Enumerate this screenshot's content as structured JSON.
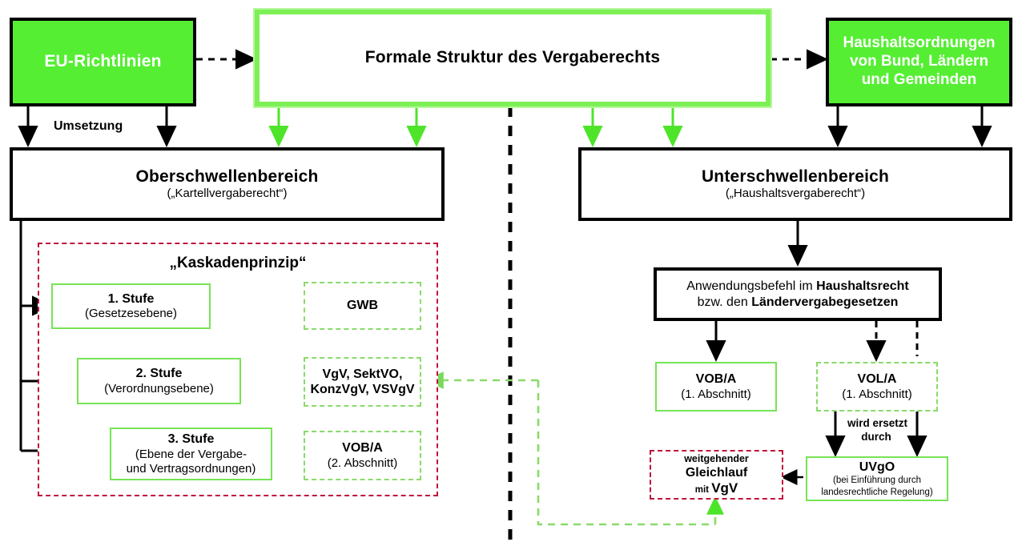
{
  "diagram": {
    "title": "Formale Struktur des Vergaberechts",
    "colors": {
      "green_fill": "#55ee33",
      "green_border": "#77e355",
      "green_dash": "#8ada6a",
      "red_dash": "#c0143c",
      "black": "#000000",
      "white": "#ffffff"
    }
  },
  "nodes": {
    "eu_richtlinien": {
      "label": "EU-Richtlinien"
    },
    "formale_struktur": {
      "label": "Formale Struktur des Vergaberechts"
    },
    "haushaltsordnungen": {
      "line1": "Haushaltsordnungen",
      "line2": "von Bund, Ländern",
      "line3": "und Gemeinden"
    },
    "oberschwellenbereich": {
      "title": "Oberschwellenbereich",
      "subtitle": "(„Kartellvergaberecht“)"
    },
    "unterschwellenbereich": {
      "title": "Unterschwellenbereich",
      "subtitle": "(„Haushaltsvergaberecht“)"
    },
    "kaskadenprinzip": {
      "label": "„Kaskadenprinzip“"
    },
    "stufe1": {
      "title": "1. Stufe",
      "subtitle": "(Gesetzesebene)"
    },
    "stufe2": {
      "title": "2. Stufe",
      "subtitle": "(Verordnungsebene)"
    },
    "stufe3": {
      "title": "3. Stufe",
      "subtitle_line1": "(Ebene der Vergabe-",
      "subtitle_line2": "und Vertragsordnungen)"
    },
    "gwb": {
      "title": "GWB"
    },
    "vgv_group": {
      "line1": "VgV, SektVO,",
      "line2": "KonzVgV, VSVgV"
    },
    "vob_a_2": {
      "title": "VOB/A",
      "subtitle": "(2. Abschnitt)"
    },
    "anwendungsbefehl": {
      "line1_normal": "Anwendungsbefehl im ",
      "line1_bold": "Haushaltsrecht",
      "line2_normal": "bzw. den ",
      "line2_bold": "Ländervergabegesetzen"
    },
    "vob_a_1": {
      "title": "VOB/A",
      "subtitle": "(1. Abschnitt)"
    },
    "vol_a_1": {
      "title": "VOL/A",
      "subtitle": "(1. Abschnitt)"
    },
    "uvgo": {
      "title": "UVgO",
      "subtitle_line1": "(bei Einführung durch",
      "subtitle_line2": "landesrechtliche Regelung)"
    },
    "gleichlauf": {
      "line1": "weitgehender",
      "line2": "Gleichlauf",
      "line3_small": "mit ",
      "line3_big": "VgV"
    }
  },
  "edge_labels": {
    "umsetzung": "Umsetzung",
    "wird_ersetzt_durch_line1": "wird ersetzt",
    "wird_ersetzt_durch_line2": "durch"
  }
}
